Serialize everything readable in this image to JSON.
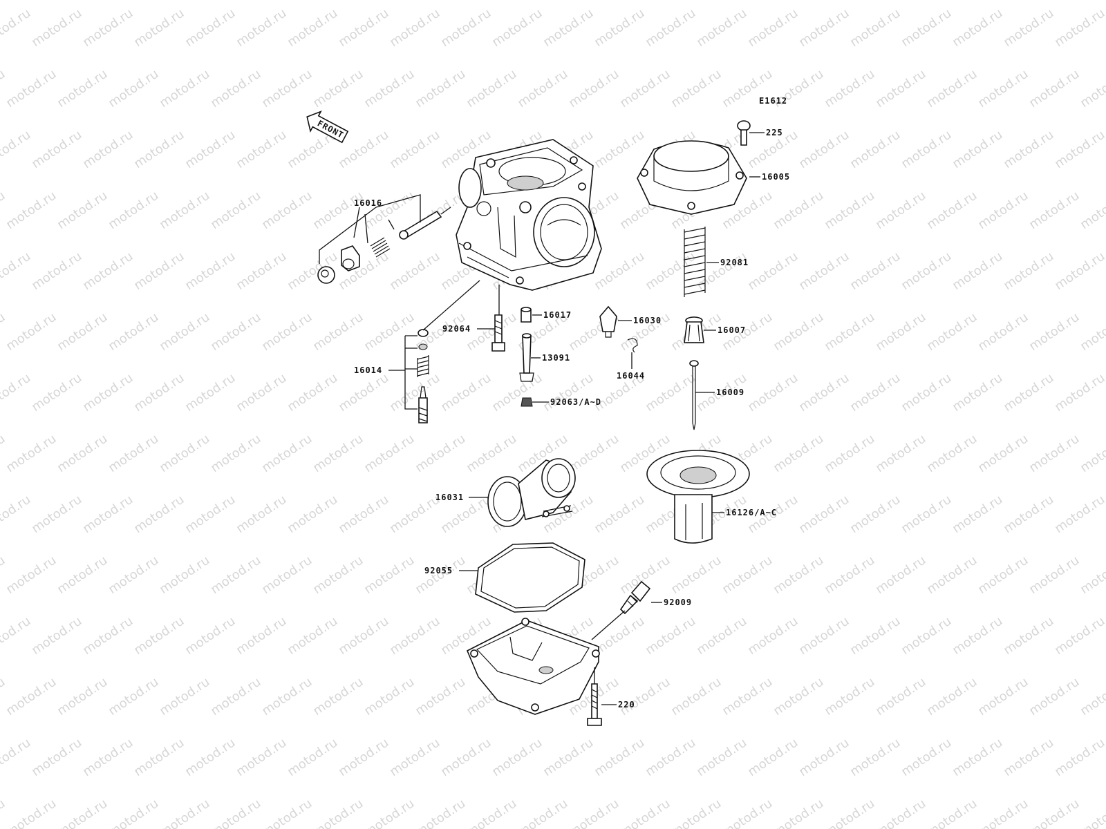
{
  "watermark": "motod.ru",
  "figure_code": "E1612",
  "front_label": "FRONT",
  "parts": [
    {
      "id": "p225",
      "number": "225"
    },
    {
      "id": "p16005",
      "number": "16005"
    },
    {
      "id": "p16016",
      "number": "16016"
    },
    {
      "id": "p92081",
      "number": "92081"
    },
    {
      "id": "p16017",
      "number": "16017"
    },
    {
      "id": "p16030",
      "number": "16030"
    },
    {
      "id": "p92064",
      "number": "92064"
    },
    {
      "id": "p16007",
      "number": "16007"
    },
    {
      "id": "p16014",
      "number": "16014"
    },
    {
      "id": "p13091",
      "number": "13091"
    },
    {
      "id": "p16044",
      "number": "16044"
    },
    {
      "id": "p16009",
      "number": "16009"
    },
    {
      "id": "p92063",
      "number": "92063/A~D"
    },
    {
      "id": "p16031",
      "number": "16031"
    },
    {
      "id": "p16126",
      "number": "16126/A~C"
    },
    {
      "id": "p92055",
      "number": "92055"
    },
    {
      "id": "p92009",
      "number": "92009"
    },
    {
      "id": "p220",
      "number": "220"
    }
  ]
}
